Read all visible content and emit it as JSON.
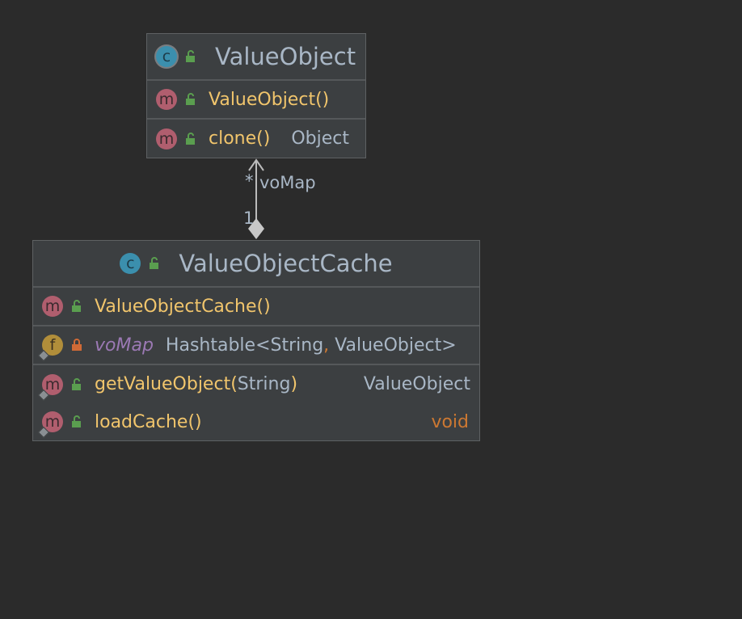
{
  "classes": {
    "value_object": {
      "name": "ValueObject",
      "constructor": {
        "name": "ValueObject",
        "parens": "()"
      },
      "clone": {
        "name": "clone",
        "parens": "()",
        "return_type": "Object"
      }
    },
    "value_object_cache": {
      "name": "ValueObjectCache",
      "constructor": {
        "name": "ValueObjectCache",
        "parens": "()"
      },
      "field": {
        "name": "voMap",
        "type_prefix": "Hashtable<String",
        "comma": ",",
        "type_suffix": " ValueObject>"
      },
      "get_value_object": {
        "name": "getValueObject",
        "open": "(",
        "param": "String",
        "close": ")",
        "return_type": "ValueObject"
      },
      "load_cache": {
        "name": "loadCache",
        "parens": " ()",
        "return_type": "void"
      }
    }
  },
  "relation": {
    "role_name": "voMap",
    "multiplicity_target": "*",
    "multiplicity_source": "1",
    "kind": "composition"
  },
  "icons": {
    "class": "class-icon",
    "method": "method-icon",
    "field": "field-icon",
    "public": "unlocked-icon",
    "private": "locked-icon"
  },
  "colors": {
    "background": "#2b2b2b",
    "class_box": "#3c3f41",
    "method_name": "#f1c56c",
    "type": "#a9b7c6",
    "keyword": "#cc7832",
    "field": "#9b79b4",
    "method_icon": "#b05e6e",
    "field_icon": "#b18e3a",
    "class_icon": "#3b8fad",
    "public": "#5a9e4f",
    "private": "#cf6a36"
  }
}
